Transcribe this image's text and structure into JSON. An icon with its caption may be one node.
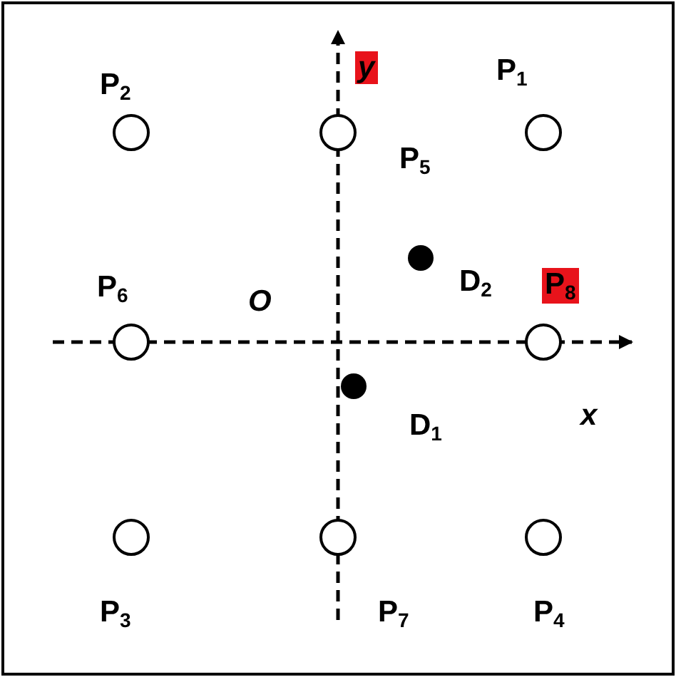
{
  "diagram": {
    "nodes": [
      {
        "text": [],
        "shape": "circle",
        "beside": [
          "P$_{2}$"
        ]
      },
      {
        "text": [],
        "shape": "circle",
        "beside": [
          "P$_{5}$"
        ]
      },
      {
        "text": [],
        "shape": "circle",
        "beside": [
          "P$_{1}$"
        ]
      },
      {
        "text": [],
        "shape": "dot",
        "beside": [
          "D$_{2}$"
        ]
      },
      {
        "text": [],
        "shape": "circle",
        "beside": [
          "P$_{6}$"
        ]
      },
      {
        "text": [],
        "shape": "circle",
        "beside": [
          "P$_{8}$"
        ]
      },
      {
        "text": [],
        "shape": "dot",
        "beside": [
          "D$_{1}$"
        ]
      },
      {
        "text": [],
        "shape": "circle",
        "beside": [
          "P$_{3}$"
        ]
      },
      {
        "text": [],
        "shape": "circle",
        "beside": [
          "P$_{7}$"
        ]
      },
      {
        "text": [],
        "shape": "circle",
        "beside": [
          "P$_{4}$"
        ]
      }
    ],
    "labels": [
      "y",
      "O",
      "x"
    ]
  }
}
